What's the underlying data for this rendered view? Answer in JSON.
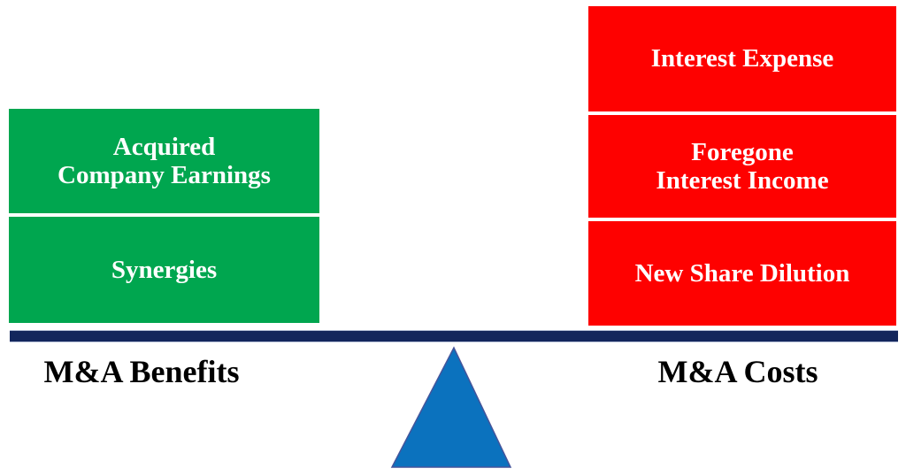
{
  "diagram": {
    "type": "balance-scale",
    "left_side": {
      "label": "M&A Benefits",
      "boxes": [
        {
          "lines": [
            "Acquired",
            "Company Earnings"
          ]
        },
        {
          "lines": [
            "Synergies"
          ]
        }
      ]
    },
    "right_side": {
      "label": "M&A Costs",
      "boxes": [
        {
          "lines": [
            "Interest Expense"
          ]
        },
        {
          "lines": [
            "Foregone",
            "Interest Income"
          ]
        },
        {
          "lines": [
            "New Share Dilution"
          ]
        }
      ]
    },
    "colors": {
      "benefit_box": "#00A64F",
      "cost_box": "#FE0100",
      "beam": "#13265C",
      "fulcrum": "#0B72BE",
      "fulcrum_border": "#44549B",
      "box_text": "#FFFFFF",
      "label_text": "#000000"
    }
  }
}
